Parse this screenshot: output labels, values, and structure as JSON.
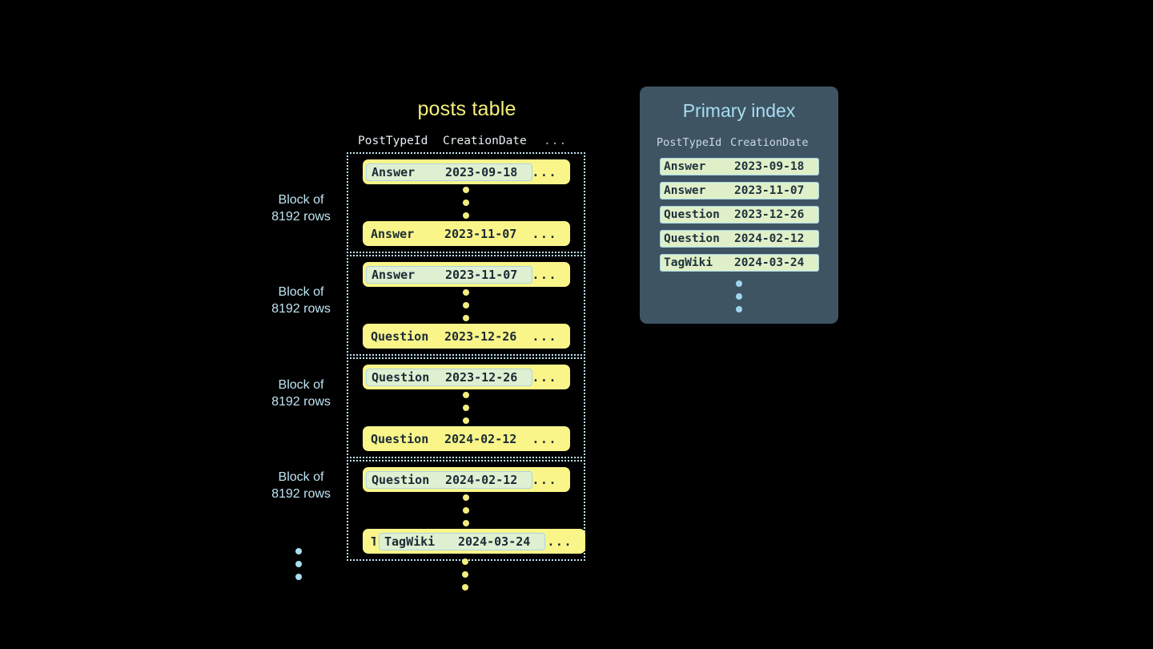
{
  "posts_table": {
    "title": "posts table",
    "columns": [
      "PostTypeId",
      "CreationDate"
    ],
    "ellipsis_column": "...",
    "row_ellipsis": "...",
    "blocks": [
      {
        "label_line1": "Block of",
        "label_line2": "8192 rows",
        "first_row": {
          "post_type_id": "Answer",
          "creation_date": "2023-09-18",
          "marked": true
        },
        "last_row": {
          "post_type_id": "Answer",
          "creation_date": "2023-11-07",
          "marked": false
        }
      },
      {
        "label_line1": "Block of",
        "label_line2": "8192 rows",
        "first_row": {
          "post_type_id": "Answer",
          "creation_date": "2023-11-07",
          "marked": true
        },
        "last_row": {
          "post_type_id": "Question",
          "creation_date": "2023-12-26",
          "marked": false
        }
      },
      {
        "label_line1": "Block of",
        "label_line2": "8192 rows",
        "first_row": {
          "post_type_id": "Question",
          "creation_date": "2023-12-26",
          "marked": true
        },
        "last_row": {
          "post_type_id": "Question",
          "creation_date": "2024-02-12",
          "marked": false
        }
      },
      {
        "label_line1": "Block of",
        "label_line2": "8192 rows",
        "first_row": {
          "post_type_id": "Question",
          "creation_date": "2024-02-12",
          "marked": true
        },
        "last_row": {
          "post_type_id": "TagWiki",
          "creation_date": "2024-03-24",
          "marked": false
        }
      }
    ],
    "trailing_row": {
      "post_type_id": "TagWiki",
      "creation_date": "2024-03-24",
      "marked": true
    }
  },
  "primary_index": {
    "title": "Primary index",
    "columns": [
      "PostTypeId",
      "CreationDate"
    ],
    "marks": [
      {
        "post_type_id": "Answer",
        "creation_date": "2023-09-18"
      },
      {
        "post_type_id": "Answer",
        "creation_date": "2023-11-07"
      },
      {
        "post_type_id": "Question",
        "creation_date": "2023-12-26"
      },
      {
        "post_type_id": "Question",
        "creation_date": "2024-02-12"
      },
      {
        "post_type_id": "TagWiki",
        "creation_date": "2024-03-24"
      }
    ]
  },
  "colors": {
    "background": "#000000",
    "row_yellow": "#faf589",
    "mark_green": "#dff0c8",
    "accent_blue": "#a8dcef",
    "panel_slate": "#3e5463",
    "title_yellow": "#f2f07a",
    "text_dark": "#1b2b36"
  }
}
